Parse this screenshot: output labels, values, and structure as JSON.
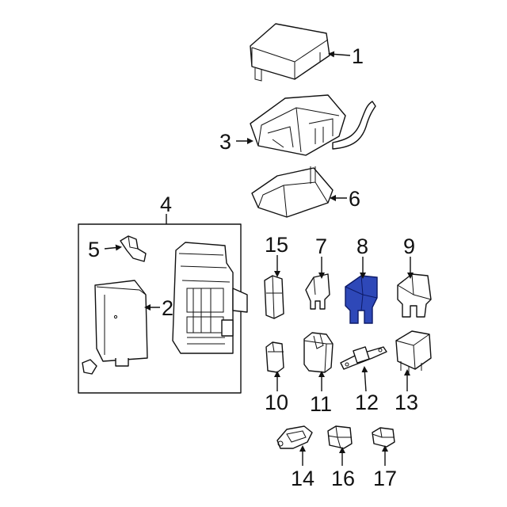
{
  "callouts": {
    "c1": "1",
    "c2": "2",
    "c3": "3",
    "c4": "4",
    "c5": "5",
    "c6": "6",
    "c7": "7",
    "c8": "8",
    "c9": "9",
    "c10": "10",
    "c11": "11",
    "c12": "12",
    "c13": "13",
    "c14": "14",
    "c15": "15",
    "c16": "16",
    "c17": "17"
  },
  "colors": {
    "highlight": "#2e48b8",
    "line": "#111111",
    "background": "#ffffff"
  },
  "highlighted_part": "8"
}
